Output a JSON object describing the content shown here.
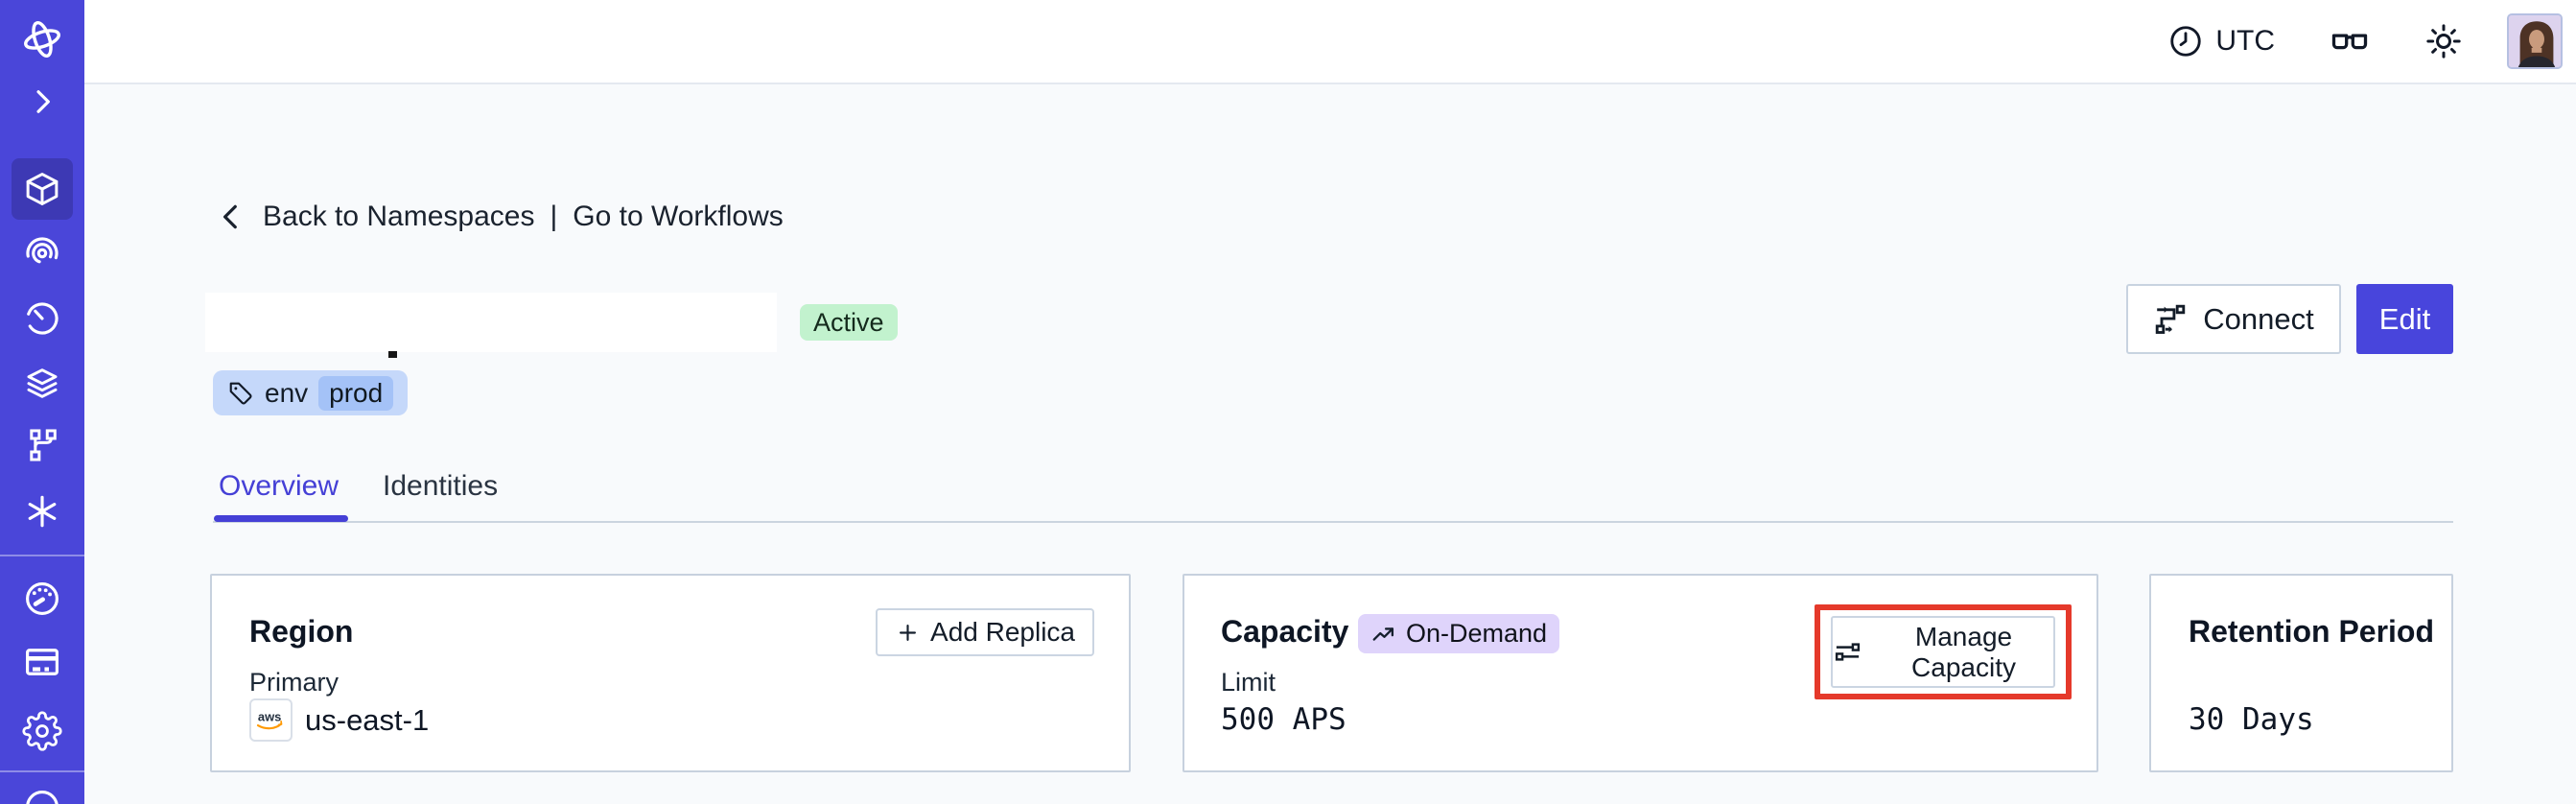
{
  "topbar": {
    "timezone": "UTC"
  },
  "sidebar": {
    "items": [
      {
        "icon": "temporal-logo"
      },
      {
        "icon": "expand-chevron"
      },
      {
        "icon": "namespaces-cube",
        "active": true
      },
      {
        "icon": "workflows-spiral"
      },
      {
        "icon": "schedules-clock"
      },
      {
        "icon": "deployments-layers"
      },
      {
        "icon": "batch-branch"
      },
      {
        "icon": "nexus-asterisk"
      },
      {
        "icon": "usage-gauge"
      },
      {
        "icon": "billing-card"
      },
      {
        "icon": "settings-gear"
      },
      {
        "icon": "bottom-partial-circle"
      }
    ]
  },
  "breadcrumb": {
    "back": "Back to Namespaces",
    "separator": "|",
    "forward": "Go to Workflows"
  },
  "namespace": {
    "status": "Active",
    "tag_key": "env",
    "tag_value": "prod"
  },
  "actions": {
    "connect": "Connect",
    "edit": "Edit"
  },
  "tabs": {
    "overview": "Overview",
    "identities": "Identities"
  },
  "cards": {
    "region": {
      "title": "Region",
      "add_replica": "Add Replica",
      "primary_label": "Primary",
      "provider": "aws",
      "value": "us-east-1"
    },
    "capacity": {
      "title": "Capacity",
      "badge": "On-Demand",
      "manage_button": "Manage Capacity",
      "limit_label": "Limit",
      "limit_value": "500 APS"
    },
    "retention": {
      "title": "Retention Period",
      "value": "30 Days"
    }
  },
  "colors": {
    "sidebar_bg": "#4a46d9",
    "sidebar_active_bg": "#3d39b4",
    "accent": "#4845dc",
    "annotation_red": "#e5392b",
    "status_green_bg": "#c2f2ce",
    "tag_bg": "#c5d8fa",
    "tag_inner_bg": "#a4c2f7",
    "ondemand_bg": "#dfd4fb",
    "page_bg": "#f8fafc",
    "aws_orange": "#ff9900"
  }
}
